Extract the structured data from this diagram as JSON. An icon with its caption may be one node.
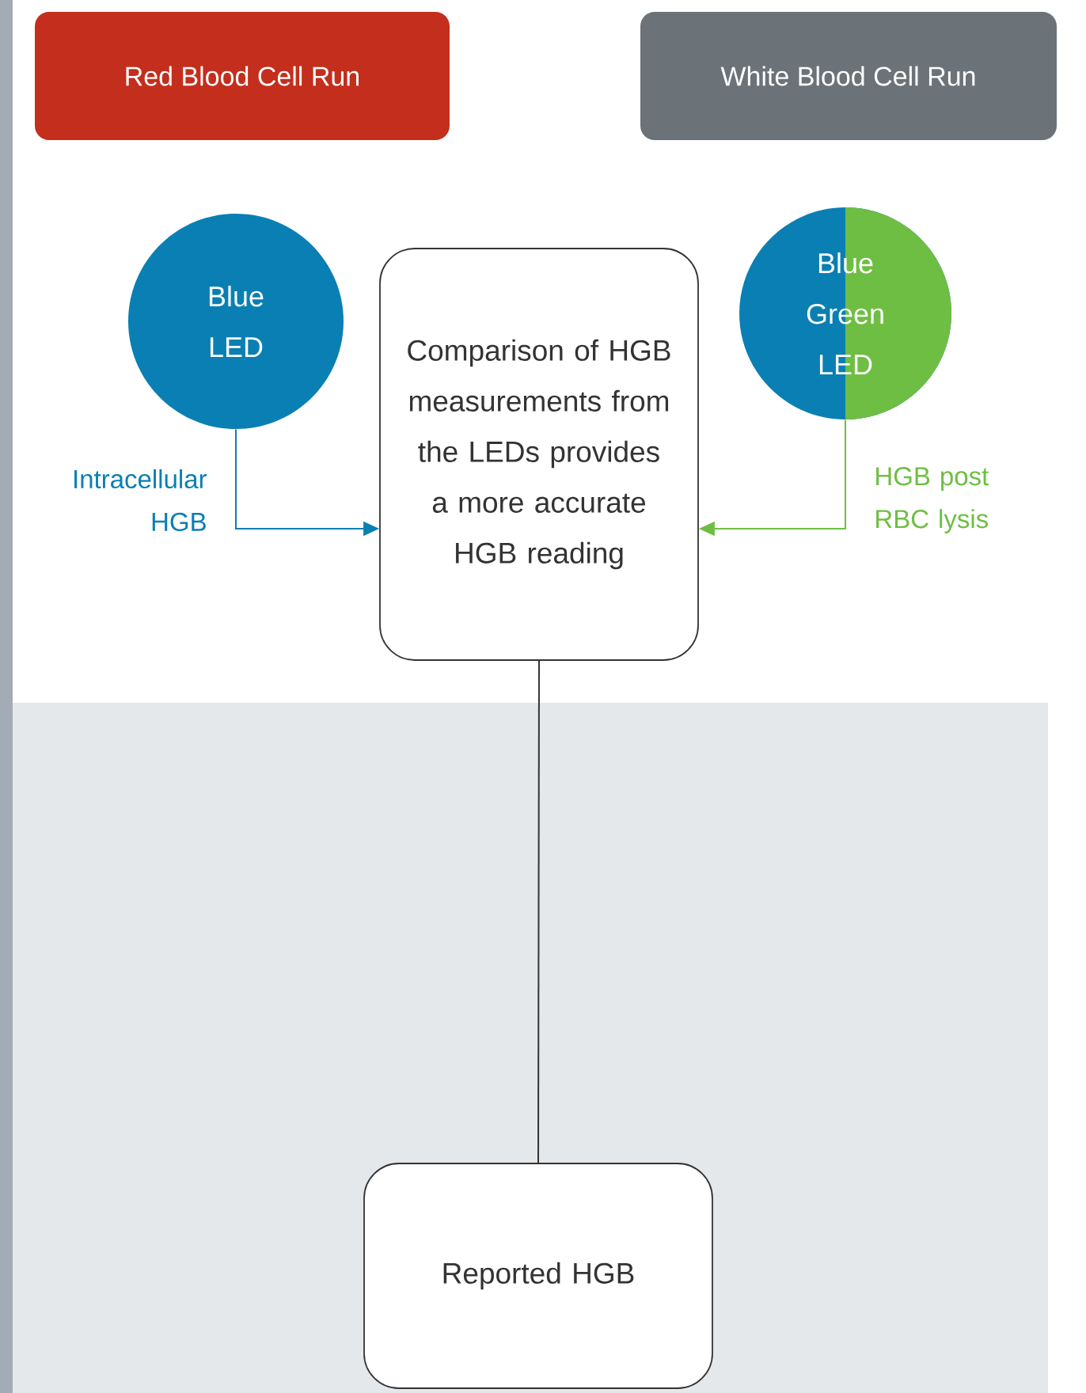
{
  "diagram": {
    "nodes": [
      {
        "text": [
          "Red Blood Cell Run"
        ]
      },
      {
        "text": [
          "White Blood Cell Run"
        ]
      },
      {
        "text": [
          "Blue LED"
        ]
      },
      {
        "text": [
          "Comparison of HGB measurements from the LEDs provides a more accurate HGB reading"
        ]
      },
      {
        "text": [
          "Blue Green LED"
        ]
      },
      {
        "text": [
          "Reported HGB"
        ]
      }
    ],
    "edges": [
      {
        "from": 2,
        "to": 3,
        "arrow": "to",
        "label": "Intracellular HGB",
        "color": "#0a7fb3"
      },
      {
        "from": 4,
        "to": 3,
        "arrow": "to",
        "label": "HGB post RBC lysis",
        "color": "#6fbe44"
      },
      {
        "from": 3,
        "to": 5,
        "arrow": "none",
        "color": "#333333"
      }
    ]
  }
}
